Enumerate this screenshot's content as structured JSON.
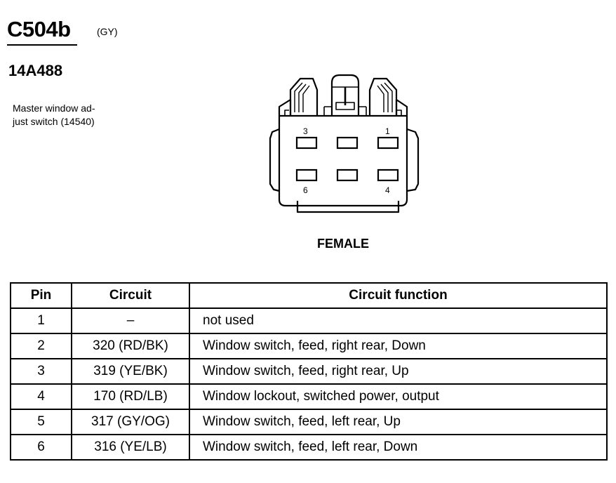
{
  "header": {
    "connector_id": "C504b",
    "color_code": "(GY)",
    "part_number": "14A488",
    "description_lines": [
      "Master window ad-",
      "just switch (14540)"
    ]
  },
  "connector": {
    "gender": "FEMALE",
    "pin_labels": {
      "top_left": "3",
      "top_right": "1",
      "bottom_left": "6",
      "bottom_right": "4"
    }
  },
  "table": {
    "headers": {
      "pin": "Pin",
      "circuit": "Circuit",
      "function": "Circuit function"
    },
    "rows": [
      {
        "pin": "1",
        "circuit": "–",
        "function": "not used"
      },
      {
        "pin": "2",
        "circuit": "320 (RD/BK)",
        "function": "Window switch, feed, right rear, Down"
      },
      {
        "pin": "3",
        "circuit": "319 (YE/BK)",
        "function": "Window switch, feed, right rear, Up"
      },
      {
        "pin": "4",
        "circuit": "170 (RD/LB)",
        "function": "Window lockout, switched power, output"
      },
      {
        "pin": "5",
        "circuit": "317 (GY/OG)",
        "function": "Window switch, feed, left rear, Up"
      },
      {
        "pin": "6",
        "circuit": "316 (YE/LB)",
        "function": "Window switch, feed, left rear, Down"
      }
    ]
  }
}
